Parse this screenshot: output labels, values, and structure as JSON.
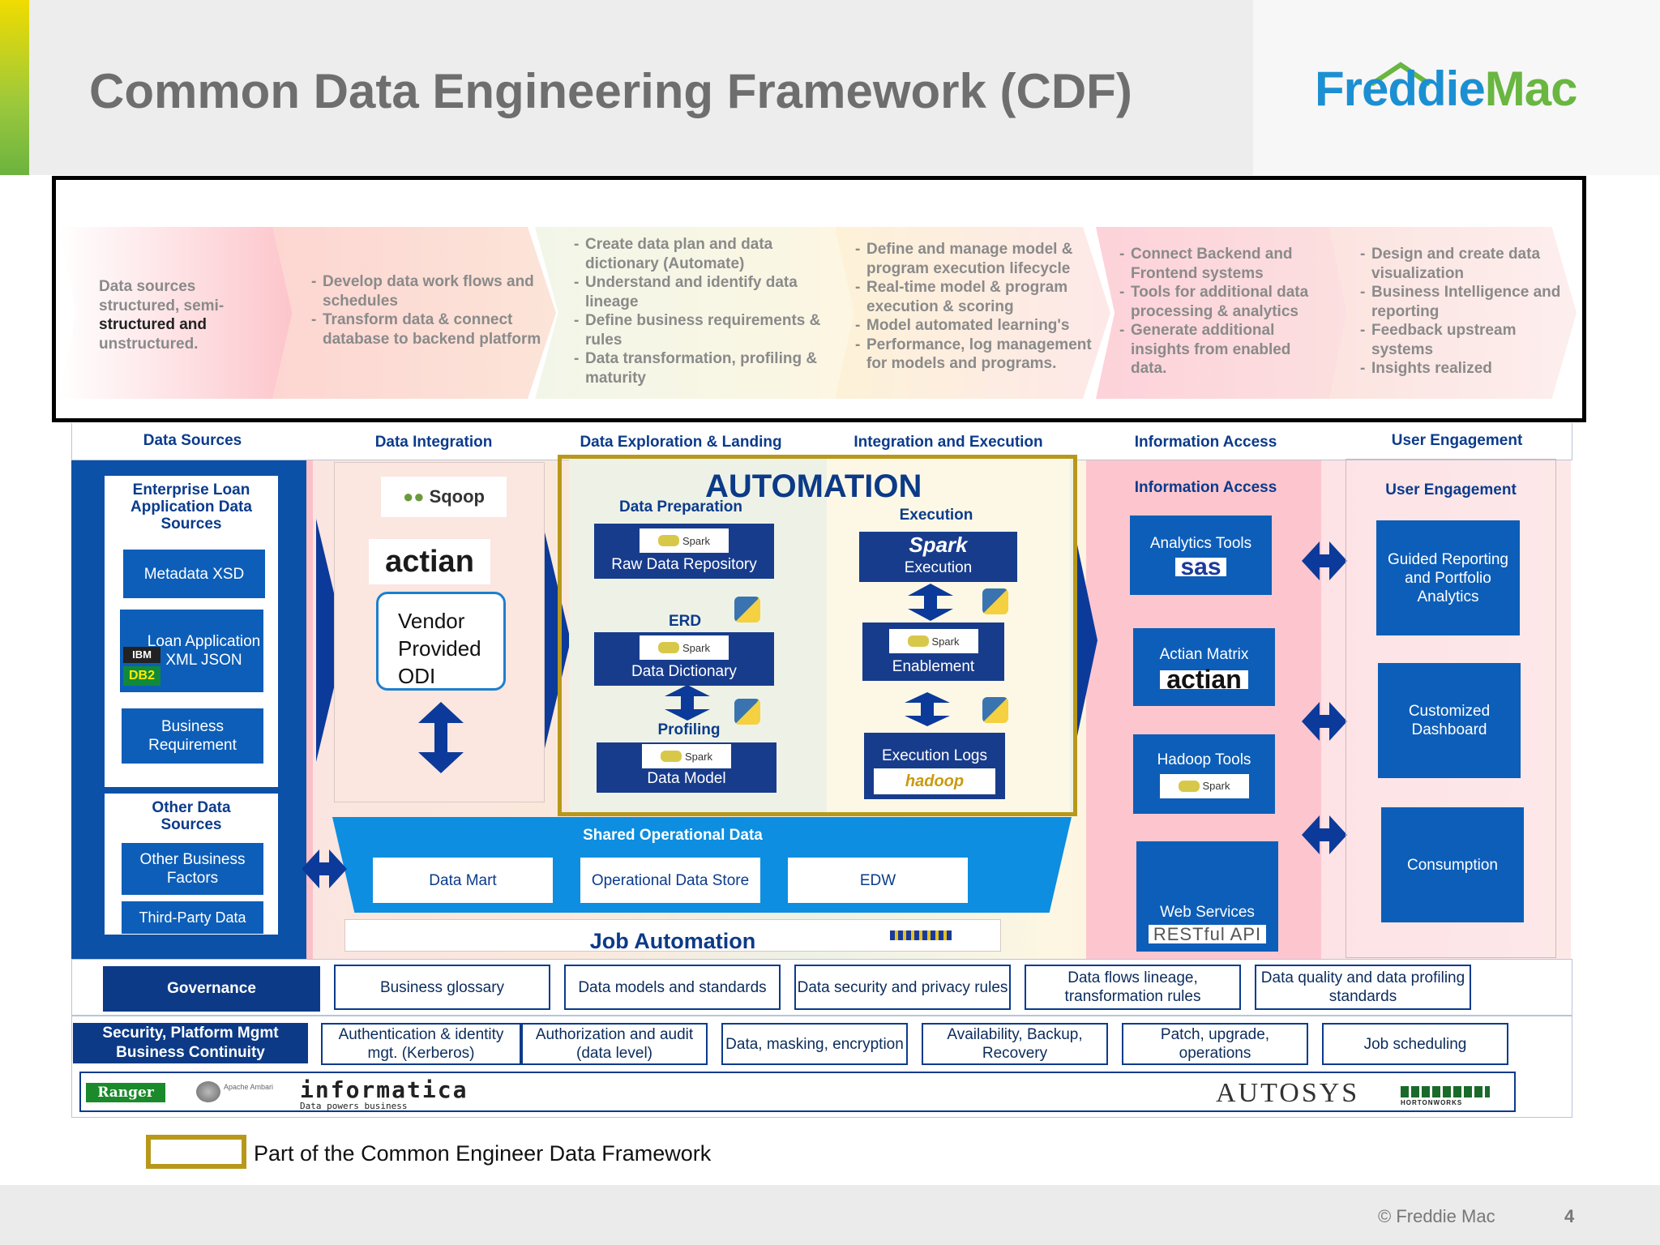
{
  "header": {
    "title": "Common Data Engineering Framework (CDF)",
    "logo_part1": "Freddie",
    "logo_part2": "Mac"
  },
  "stages": [
    {
      "lines": [
        "Data sources",
        "structured, semi-",
        "structured and",
        "unstructured."
      ]
    },
    {
      "items": [
        "Develop data work flows and schedules",
        "Transform data & connect database to backend platform"
      ]
    },
    {
      "items": [
        "Create data plan and data dictionary (Automate)",
        "Understand and identify data lineage",
        "Define business requirements & rules",
        "Data transformation, profiling & maturity"
      ]
    },
    {
      "items": [
        "Define and manage model & program execution lifecycle",
        "Real-time model & program execution & scoring",
        "Model automated learning's",
        "Performance, log management for models and programs."
      ]
    },
    {
      "items": [
        "Connect Backend and Frontend systems",
        "Tools for additional data processing & analytics",
        "Generate additional insights from enabled data."
      ]
    },
    {
      "items": [
        "Design and create data visualization",
        "Business Intelligence and reporting",
        "Feedback upstream systems",
        "Insights realized"
      ]
    }
  ],
  "columns": [
    "Data Sources",
    "Data Integration",
    "Data Exploration & Landing",
    "Integration and Execution",
    "Information Access",
    "User Engagement"
  ],
  "data_sources": {
    "enterprise_title": "Enterprise Loan Application Data Sources",
    "metadata": "Metadata XSD",
    "loan_app": "Loan Application XML JSON",
    "business_req": "Business Requirement",
    "other_title": "Other Data Sources",
    "other_business": "Other Business Factors",
    "third_party": "Third-Party Data",
    "ibm": "IBM",
    "db2": "DB2"
  },
  "integration": {
    "sqoop": "Sqoop",
    "actian": "actian",
    "vendor": "Vendor Provided ODI"
  },
  "automation": {
    "title": "AUTOMATION",
    "data_prep": "Data Preparation",
    "raw": "Raw Data Repository",
    "erd": "ERD",
    "dict": "Data Dictionary",
    "profiling": "Profiling",
    "model": "Data Model",
    "execution_title": "Execution",
    "execution": "Execution",
    "enablement": "Enablement",
    "logs": "Execution Logs",
    "spark_logo": "Spark",
    "spark_small": "Spark",
    "hadoop": "hadoop"
  },
  "info_access": {
    "title": "Information Access",
    "analytics": "Analytics Tools",
    "sas": "sas",
    "actian_matrix": "Actian Matrix",
    "actian": "actian",
    "hadoop_tools": "Hadoop Tools",
    "web": "Web Services",
    "restful": "RESTful API"
  },
  "user_engagement": {
    "title": "User Engagement",
    "guided": "Guided Reporting and Portfolio Analytics",
    "custom": "Customized Dashboard",
    "consumption": "Consumption"
  },
  "shared": {
    "title": "Shared Operational Data",
    "mart": "Data Mart",
    "ods": "Operational Data Store",
    "edw": "EDW",
    "job": "Job Automation"
  },
  "governance": {
    "title": "Governance",
    "items": [
      "Business glossary",
      "Data models and standards",
      "Data security and privacy rules",
      "Data flows lineage, transformation rules",
      "Data quality and data profiling standards"
    ]
  },
  "security": {
    "title": "Security, Platform Mgmt Business Continuity",
    "items": [
      "Authentication & identity mgt. (Kerberos)",
      "Authorization and audit (data level)",
      "Data, masking, encryption",
      "Availability, Backup, Recovery",
      "Patch, upgrade, operations",
      "Job scheduling"
    ]
  },
  "tools": {
    "ranger": "Ranger",
    "ambari": "Apache Ambari",
    "informatica": "informatica",
    "informatica_tag": "Data powers business",
    "autosys": "AUTOSYS",
    "hortonworks": "HORTONWORKS"
  },
  "legend": "Part of the Common Engineer Data Framework",
  "footer": {
    "copyright": "© Freddie Mac",
    "page": "4"
  },
  "colors": {
    "navy": "#0c3a87",
    "blue": "#0d5eb8",
    "automation_border": "#b8981a",
    "shared": "#0d8ee0"
  }
}
